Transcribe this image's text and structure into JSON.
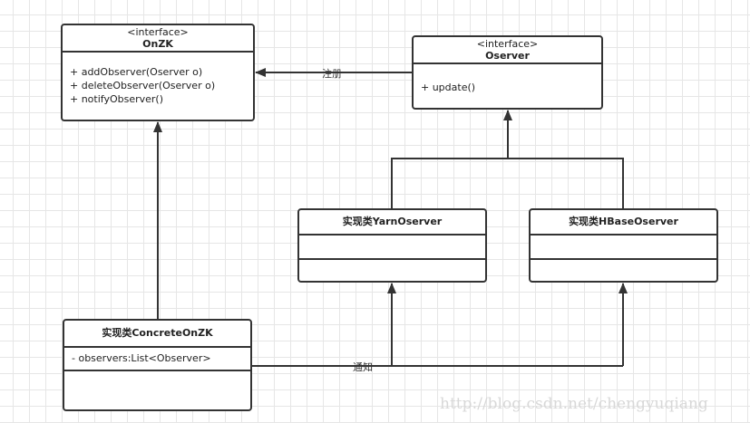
{
  "onzk": {
    "stereotype": "<interface>",
    "name": "OnZK",
    "methods": [
      "+ addObserver(Oserver o)",
      "+ deleteObserver(Oserver o)",
      "+ notifyObserver()"
    ]
  },
  "oserver": {
    "stereotype": "<interface>",
    "name": "Oserver",
    "methods": [
      "+ update()"
    ]
  },
  "yarn": {
    "name": "实现类YarnOserver"
  },
  "hbase": {
    "name": "实现类HBaseOserver"
  },
  "concrete": {
    "name": "实现类ConcreteOnZK",
    "attributes": [
      "- observers:List<Observer>"
    ]
  },
  "edges": {
    "register_label": "注册",
    "notify_label": "通知"
  },
  "watermark": "http://blog.csdn.net/chengyuqiang"
}
